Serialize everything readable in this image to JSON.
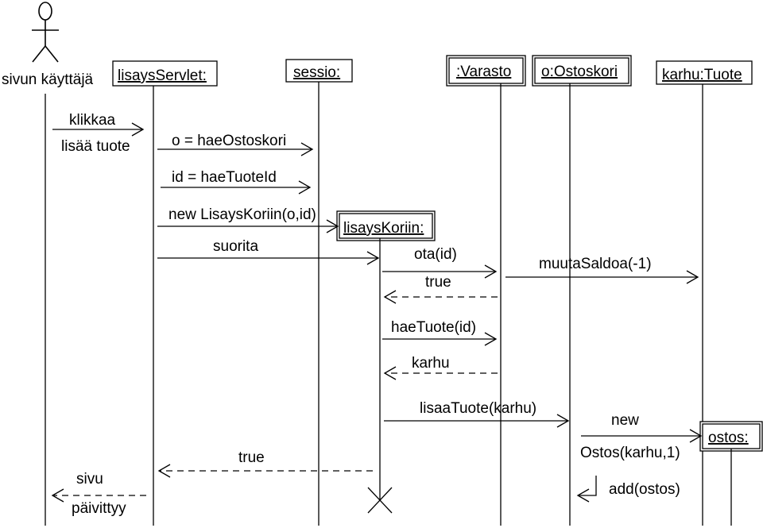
{
  "actor": {
    "name": "sivun käyttäjä"
  },
  "objects": [
    {
      "id": "servlet",
      "label": "lisaysServlet:"
    },
    {
      "id": "sessio",
      "label": "sessio:"
    },
    {
      "id": "lisayskoriin",
      "label": "lisaysKoriin:"
    },
    {
      "id": "varasto",
      "label": ":Varasto"
    },
    {
      "id": "ostoskori",
      "label": "o:Ostoskori"
    },
    {
      "id": "tuote",
      "label": "karhu:Tuote"
    },
    {
      "id": "ostos",
      "label": "ostos:"
    }
  ],
  "messages": [
    {
      "id": "klikkaa",
      "label": [
        "klikkaa",
        "lisää tuote"
      ],
      "from": "actor",
      "to": "servlet",
      "kind": "call"
    },
    {
      "id": "hae-ostoskori",
      "label": [
        "o = haeOstoskori"
      ],
      "from": "servlet",
      "to": "sessio",
      "kind": "call"
    },
    {
      "id": "hae-tuoteid",
      "label": [
        "id = haeTuoteId"
      ],
      "from": "servlet",
      "to": "sessio",
      "kind": "call"
    },
    {
      "id": "new-lisayskoriin",
      "label": [
        "new LisaysKoriin(o,id)"
      ],
      "from": "servlet",
      "to": "lisayskoriin",
      "kind": "create"
    },
    {
      "id": "suorita",
      "label": [
        "suorita"
      ],
      "from": "servlet",
      "to": "lisayskoriin",
      "kind": "call"
    },
    {
      "id": "ota",
      "label": [
        "ota(id)"
      ],
      "from": "lisayskoriin",
      "to": "varasto",
      "kind": "call"
    },
    {
      "id": "muuta-saldoa",
      "label": [
        "muutaSaldoa(-1)"
      ],
      "from": "varasto",
      "to": "tuote",
      "kind": "call"
    },
    {
      "id": "ret-true-1",
      "label": [
        "true"
      ],
      "from": "varasto",
      "to": "lisayskoriin",
      "kind": "return"
    },
    {
      "id": "hae-tuote",
      "label": [
        "haeTuote(id)"
      ],
      "from": "lisayskoriin",
      "to": "varasto",
      "kind": "call"
    },
    {
      "id": "ret-karhu",
      "label": [
        "karhu"
      ],
      "from": "varasto",
      "to": "lisayskoriin",
      "kind": "return"
    },
    {
      "id": "lisaa-tuote",
      "label": [
        "lisaaTuote(karhu)"
      ],
      "from": "lisayskoriin",
      "to": "ostoskori",
      "kind": "call"
    },
    {
      "id": "new-ostos",
      "label": [
        "new",
        "Ostos(karhu,1)"
      ],
      "from": "ostoskori",
      "to": "ostos",
      "kind": "create"
    },
    {
      "id": "ret-true-2",
      "label": [
        "true"
      ],
      "from": "lisayskoriin",
      "to": "servlet",
      "kind": "return"
    },
    {
      "id": "sivu-paivittyy",
      "label": [
        "sivu",
        "päivittyy"
      ],
      "from": "servlet",
      "to": "actor",
      "kind": "return"
    },
    {
      "id": "add-ostos",
      "label": [
        "add(ostos)"
      ],
      "from": "ostoskori",
      "to": "ostoskori",
      "kind": "self"
    }
  ]
}
